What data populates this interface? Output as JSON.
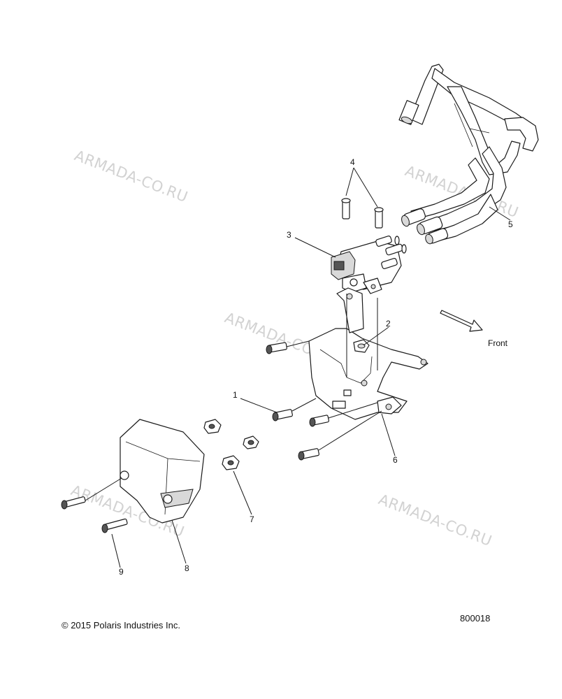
{
  "watermark": "ARMADA-CO.RU",
  "callouts": {
    "c1": "1",
    "c2": "2",
    "c3": "3",
    "c4": "4",
    "c5": "5",
    "c6": "6",
    "c7": "7",
    "c8": "8",
    "c9": "9"
  },
  "direction_label": "Front",
  "copyright": "© 2015 Polaris Industries Inc.",
  "diagram_number": "800018"
}
